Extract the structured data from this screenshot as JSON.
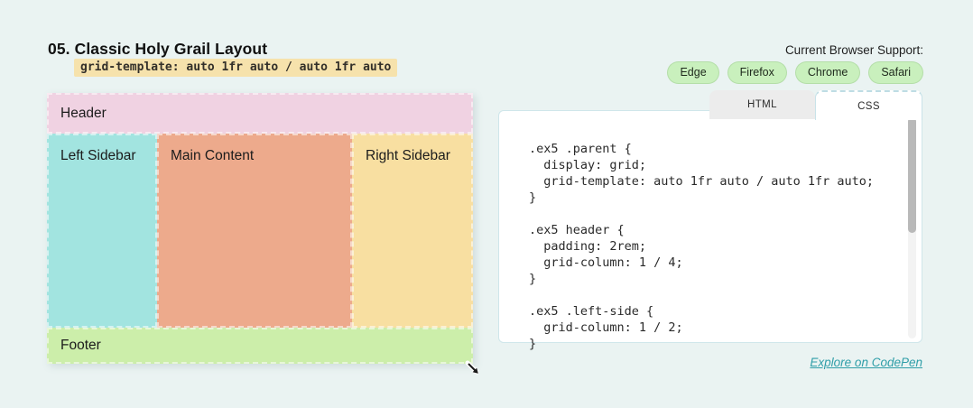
{
  "colors": {
    "page_background": "#eaf3f2",
    "chip_background": "#f6e2ac",
    "badge_background": "#c9f0bd",
    "link_color": "#2f9ea8",
    "region_header": "#f0d2e2",
    "region_left_sidebar": "#a2e4e0",
    "region_main_content": "#edaa8c",
    "region_right_sidebar": "#f8dfa1",
    "region_footer": "#cceeaa"
  },
  "header": {
    "title": "05. Classic Holy Grail Layout",
    "code_chip": "grid-template: auto 1fr auto / auto 1fr auto"
  },
  "browser_support": {
    "label": "Current Browser Support:",
    "badges": [
      "Edge",
      "Firefox",
      "Chrome",
      "Safari"
    ]
  },
  "demo": {
    "regions": [
      {
        "id": "header",
        "label": "Header"
      },
      {
        "id": "left-sidebar",
        "label": "Left Sidebar"
      },
      {
        "id": "main-content",
        "label": "Main Content"
      },
      {
        "id": "right-sidebar",
        "label": "Right Sidebar"
      },
      {
        "id": "footer",
        "label": "Footer"
      }
    ]
  },
  "code_panel": {
    "tabs": [
      {
        "label": "HTML",
        "active": false
      },
      {
        "label": "CSS",
        "active": true
      }
    ],
    "css_code": ".ex5 .parent {\n  display: grid;\n  grid-template: auto 1fr auto / auto 1fr auto;\n}\n\n.ex5 header {\n  padding: 2rem;\n  grid-column: 1 / 4;\n}\n\n.ex5 .left-side {\n  grid-column: 1 / 2;\n}"
  },
  "footer_link": {
    "label": "Explore on CodePen"
  }
}
